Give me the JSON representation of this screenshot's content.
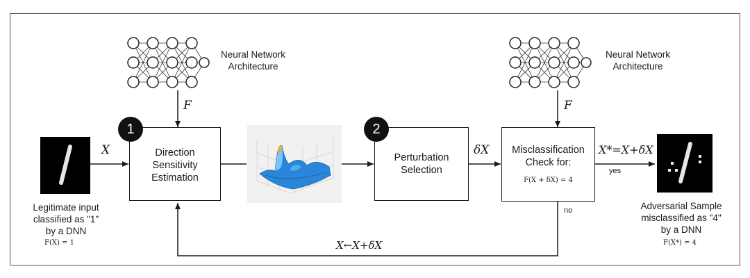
{
  "nets": {
    "left_label": [
      "Neural Network",
      "Architecture"
    ],
    "right_label": [
      "Neural Network",
      "Architecture"
    ]
  },
  "labels": {
    "f_left": "F",
    "f_right": "F",
    "x_input": "X",
    "delta_x": "δX",
    "x_star": "X*=X+δX",
    "yes": "yes",
    "no": "no",
    "feedback": "X←X+δX"
  },
  "steps": [
    {
      "badge": "1",
      "lines": [
        "Direction",
        "Sensitivity",
        "Estimation"
      ]
    },
    {
      "badge": "2",
      "lines": [
        "Perturbation",
        "Selection"
      ]
    }
  ],
  "check": {
    "lines": [
      "Misclassification",
      "Check for:"
    ],
    "formula": "F(X + δX) = 4"
  },
  "input": {
    "caption": [
      "Legitimate input",
      "classified as \"1\"",
      "by a DNN"
    ],
    "formula": "F(X) = 1"
  },
  "output": {
    "caption": [
      "Adversarial Sample",
      "misclassified as \"4\"",
      "by a DNN"
    ],
    "formula": "F(X*) = 4"
  },
  "colors": {
    "stroke": "#1a1a1a",
    "surface": "#2a86d8",
    "peak": "#e8b030"
  }
}
